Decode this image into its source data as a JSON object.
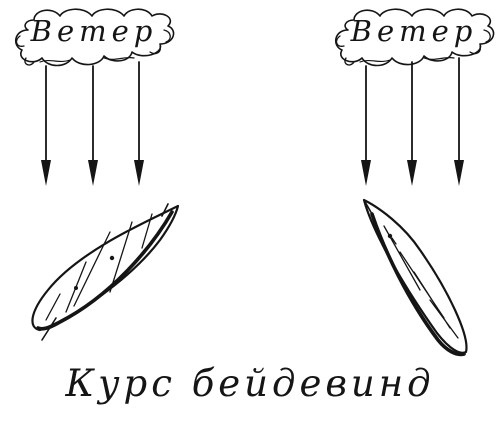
{
  "diagram": {
    "wind_left": {
      "label": "Ветер"
    },
    "wind_right": {
      "label": "Ветер"
    },
    "caption": "Курс бейдевинд"
  },
  "colors": {
    "ink": "#151515",
    "paper": "#ffffff"
  },
  "icons": {
    "cloud": "cloud-icon",
    "arrow": "arrow-down-icon",
    "boat": "sailboat-hull-icon"
  }
}
